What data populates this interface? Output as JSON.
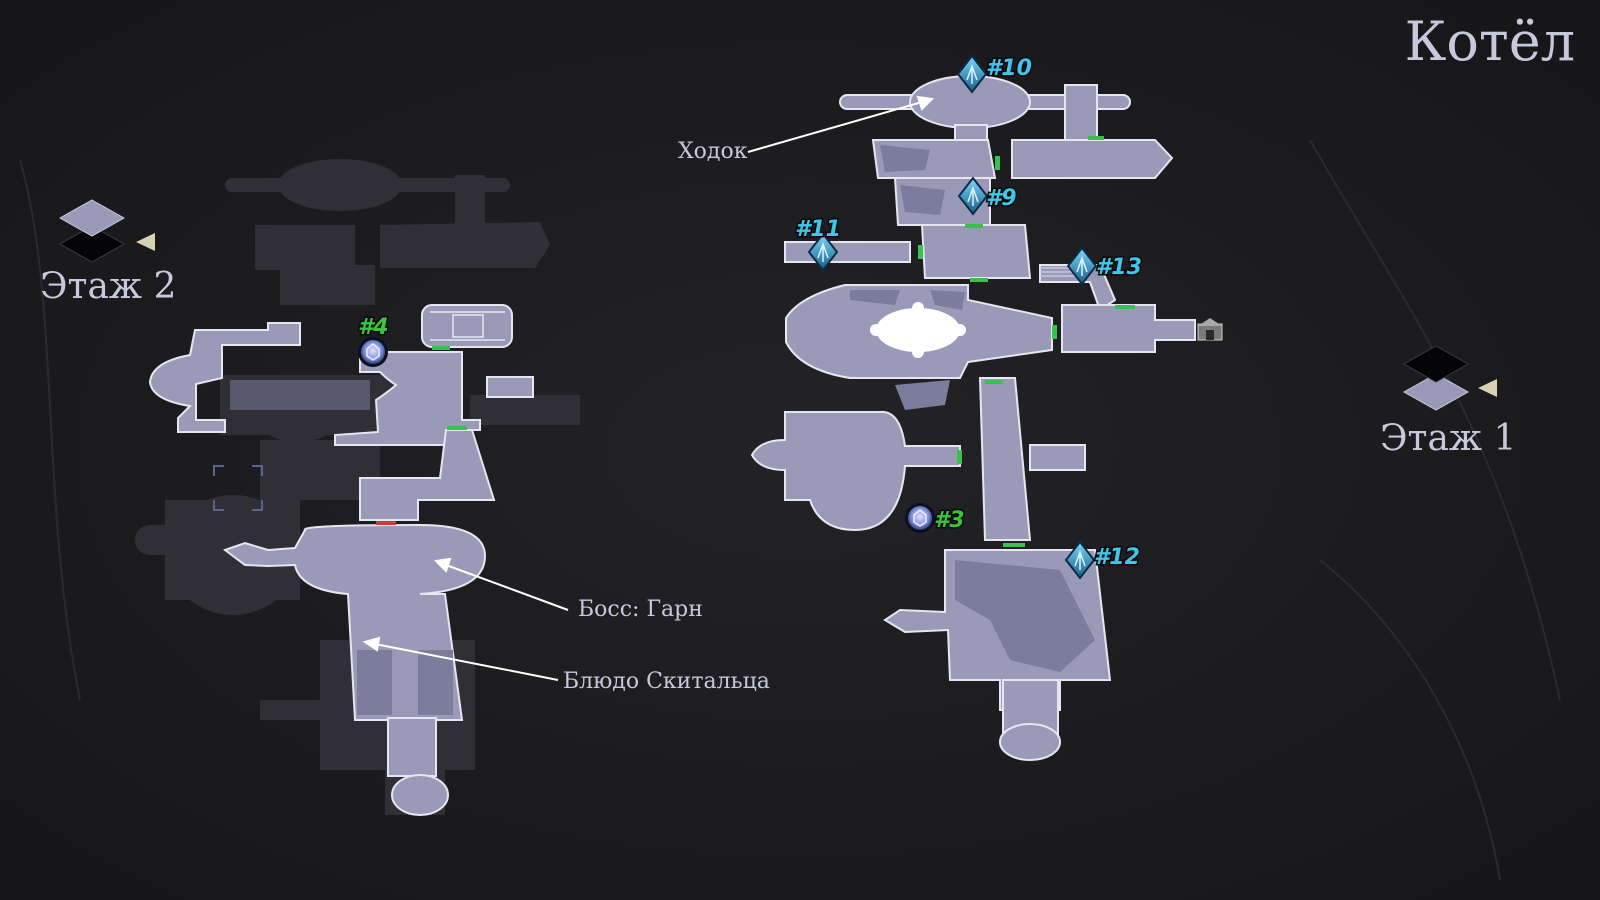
{
  "map_title": "Котёл",
  "floors": {
    "upper_label": "Этаж 2",
    "lower_label": "Этаж 1"
  },
  "annotations": {
    "walker": "Ходок",
    "boss": "Босс: Гарн",
    "dish": "Блюдо Скитальца"
  },
  "markers": {
    "m10": "#10",
    "m9": "#9",
    "m11": "#11",
    "m13": "#13",
    "m3": "#3",
    "m12": "#12",
    "m4": "#4"
  },
  "colors": {
    "background": "#1d1d20",
    "room_fill": "#9a9ab8",
    "room_stroke": "#e6e6f0",
    "room_shade": "#7c7c9c",
    "ghost_fill": "#2f2f35",
    "door_green": "#37c24a",
    "door_red": "#d23a3a",
    "marker_blue_text": "#3fc6ea",
    "marker_green_text": "#39c43b",
    "annotation_text": "#c8c8dc",
    "title_text": "#c8c8dc"
  },
  "icons": {
    "collectible_blue": "crystal-shard-icon",
    "collectible_green": "rune-orb-icon",
    "floor_switch": "layers-icon",
    "selector": "triangle-pointer-icon",
    "exit": "gate-icon"
  }
}
